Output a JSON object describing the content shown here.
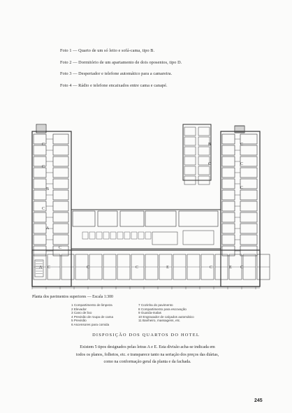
{
  "captions": [
    "Foto 1 — Quarto de um só leito e sofá-cama, tipo B.",
    "Foto 2 — Dormitório de um apartamento de dois oposentos, tipo D.",
    "Foto 3 — Despertador e telefone automático para a camareira.",
    "Foto 4 — Rádio e telefone encaixados entre cama e canapé."
  ],
  "plan": {
    "room_letters": [
      "C",
      "C",
      "B",
      "A",
      "C",
      "C",
      "A",
      "C",
      "C",
      "C",
      "E",
      "C",
      "C",
      "C",
      "C",
      "B",
      "C",
      "C",
      "E"
    ]
  },
  "plan_caption": "Planta dos pavimentos superiores — Escala 1:300",
  "legend_left": [
    "1 Compartimento de limpeza",
    "2 Elevador",
    "3 Cano de lixo",
    "4 Previsão de roupa de cama",
    "5 Previsão",
    "6 Ascensores para comida"
  ],
  "legend_right": [
    "7 Cozinha do pavimento",
    "8 Compartimento para escovação",
    "9 Guarda-malas",
    "10 Engraxador de calçados automático",
    "11 Banheiro, massagens, etc."
  ],
  "section_title": "DISPOSIÇÃO DOS QUARTOS DO HOTEL",
  "body_lines": [
    "Existem 5 tipos designados pelas letras A e E. Esta divisão acha-se indicada em",
    "todos os planos, folhetos, etc. e transparece tanto na seriação dos preços das diárias,",
    "como na conformação geral da planta e da fachada."
  ],
  "page_number": "245"
}
